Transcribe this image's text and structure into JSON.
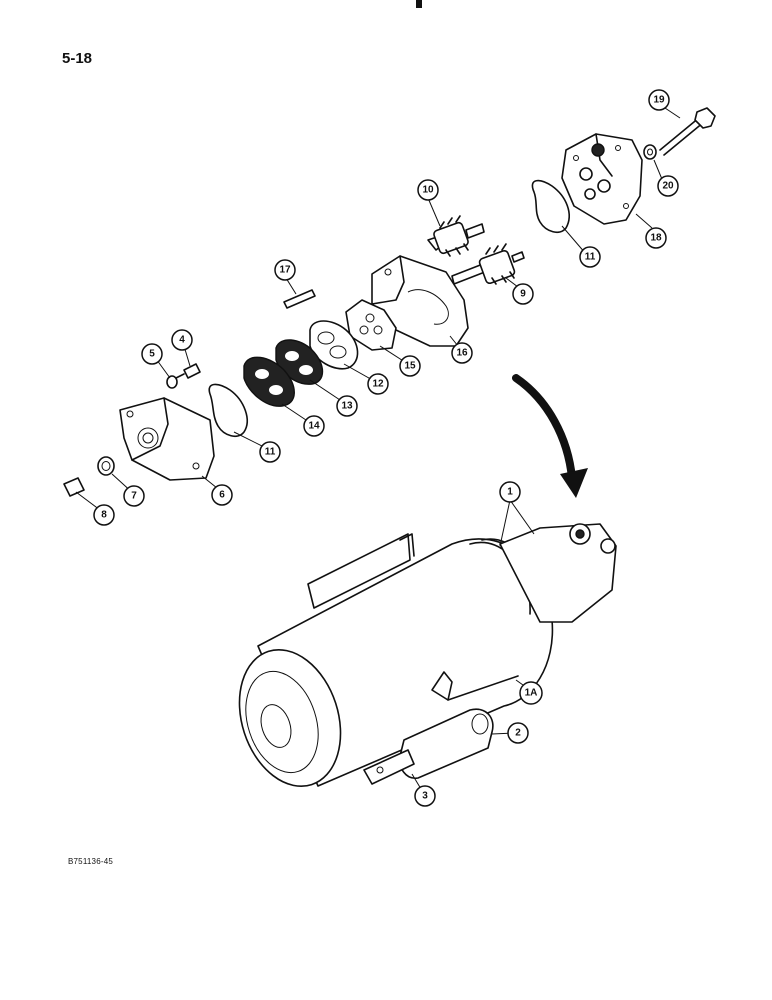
{
  "page_number": "5-18",
  "figure_code": "B751136-45",
  "callouts": [
    {
      "id": "19",
      "label": "19"
    },
    {
      "id": "20",
      "label": "20"
    },
    {
      "id": "18",
      "label": "18"
    },
    {
      "id": "11a",
      "label": "11"
    },
    {
      "id": "10",
      "label": "10"
    },
    {
      "id": "9",
      "label": "9"
    },
    {
      "id": "17",
      "label": "17"
    },
    {
      "id": "16",
      "label": "16"
    },
    {
      "id": "15",
      "label": "15"
    },
    {
      "id": "12",
      "label": "12"
    },
    {
      "id": "13",
      "label": "13"
    },
    {
      "id": "14",
      "label": "14"
    },
    {
      "id": "11b",
      "label": "11"
    },
    {
      "id": "5",
      "label": "5"
    },
    {
      "id": "4",
      "label": "4"
    },
    {
      "id": "6",
      "label": "6"
    },
    {
      "id": "7",
      "label": "7"
    },
    {
      "id": "8",
      "label": "8"
    },
    {
      "id": "1",
      "label": "1"
    },
    {
      "id": "1A",
      "label": "1A"
    },
    {
      "id": "2",
      "label": "2"
    },
    {
      "id": "3",
      "label": "3"
    }
  ]
}
